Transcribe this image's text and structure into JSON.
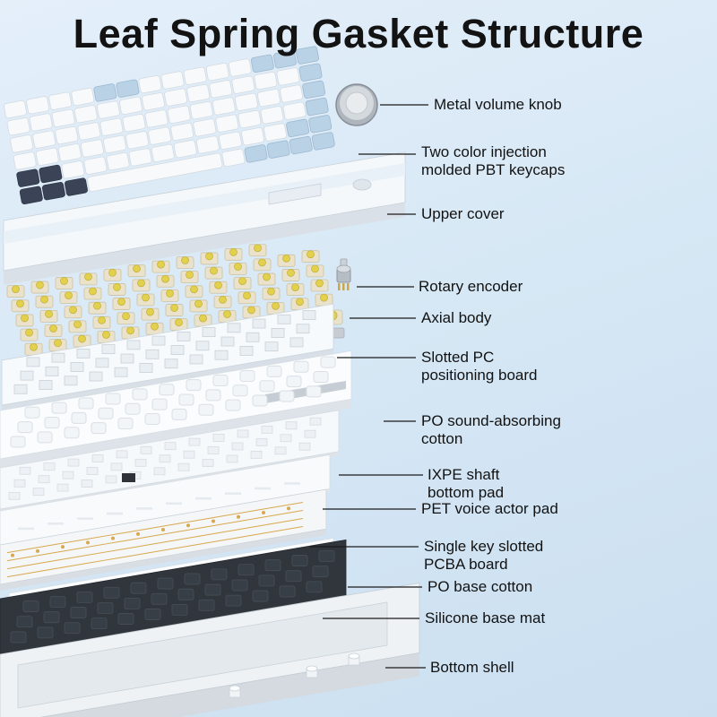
{
  "title": "Leaf Spring Gasket Structure",
  "colors": {
    "background": "#d7e8f5",
    "keycap_white": "#f7f9fb",
    "keycap_blue": "#b9d2e6",
    "keycap_navy": "#3b4456",
    "switch_body": "#ebe2cc",
    "switch_stem": "#e3d14e",
    "plate_white": "#f7fafc",
    "pcb_trace": "#d8a84e",
    "silicone_black": "#31363d",
    "shell_gray": "#eef2f5",
    "label_text": "#121212",
    "line_color": "#1b1b1b"
  },
  "labels": [
    {
      "id": "metal-volume-knob",
      "text": "Metal volume knob"
    },
    {
      "id": "pbt-keycaps",
      "text": "Two color injection\nmolded PBT keycaps"
    },
    {
      "id": "upper-cover",
      "text": "Upper cover"
    },
    {
      "id": "rotary-encoder",
      "text": "Rotary encoder"
    },
    {
      "id": "axial-body",
      "text": "Axial body"
    },
    {
      "id": "pc-positioning-board",
      "text": "Slotted PC\npositioning board"
    },
    {
      "id": "po-sound-absorbing-cotton",
      "text": "PO sound-absorbing\ncotton"
    },
    {
      "id": "ixpe-shaft-bottom-pad",
      "text": "IXPE shaft\nbottom pad"
    },
    {
      "id": "pet-voice-actor-pad",
      "text": "PET voice actor pad"
    },
    {
      "id": "pcba-board",
      "text": "Single key slotted\nPCBA board"
    },
    {
      "id": "po-base-cotton",
      "text": "PO base cotton"
    },
    {
      "id": "silicone-base-mat",
      "text": "Silicone base mat"
    },
    {
      "id": "bottom-shell",
      "text": "Bottom shell"
    }
  ]
}
